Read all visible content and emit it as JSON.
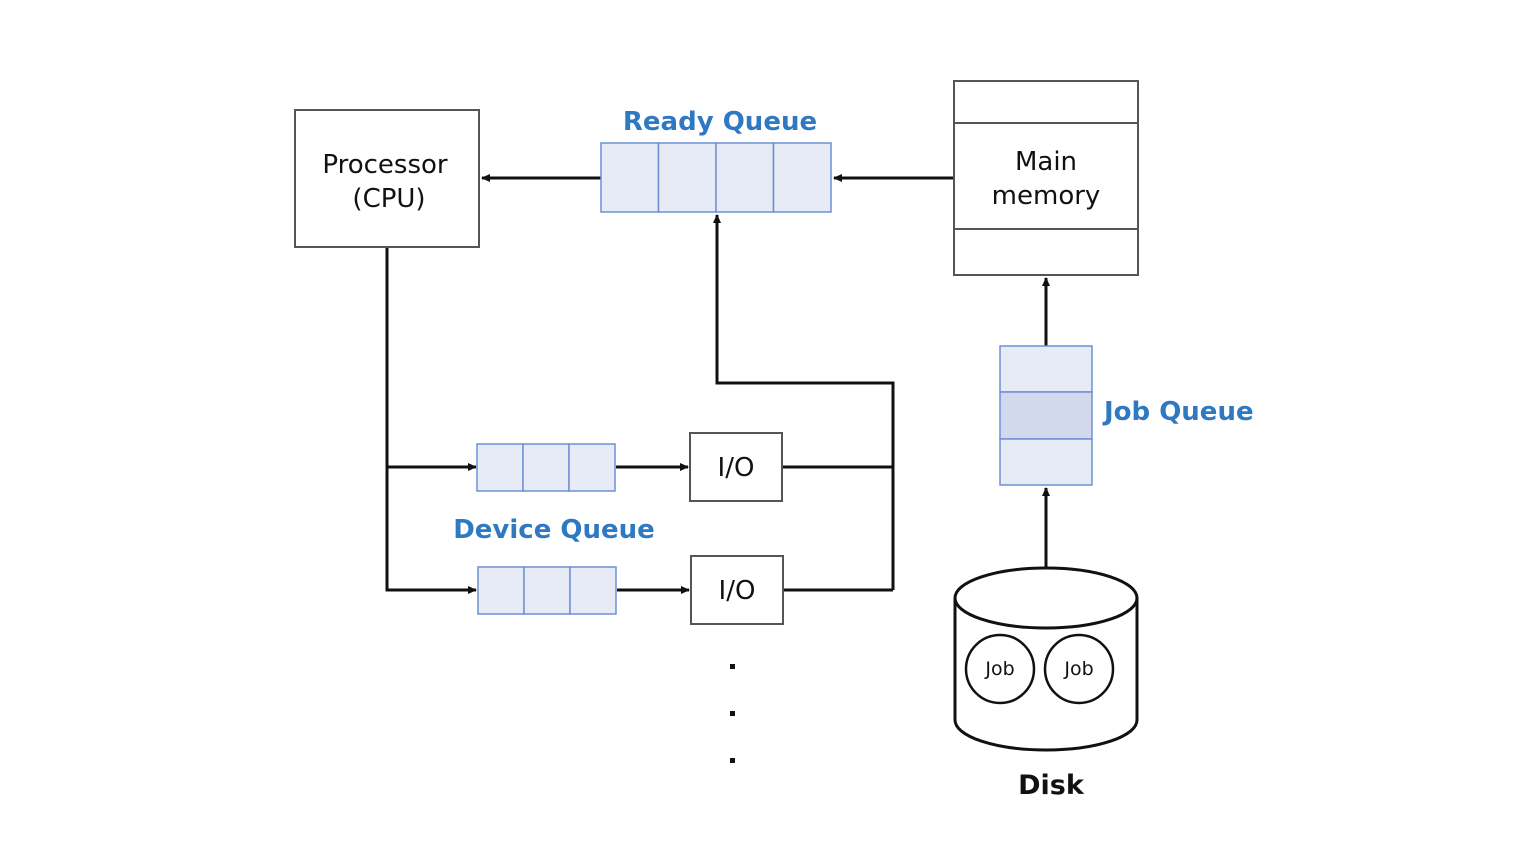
{
  "colors": {
    "accent_text": "#2f78c2",
    "queue_fill": "#e6ebf5",
    "queue_fill_dark": "#d3d9ec",
    "queue_stroke": "#6e8fd6",
    "line": "#111111"
  },
  "processor": {
    "line1": "Processor",
    "line2": "(CPU)"
  },
  "ready_queue": {
    "label": "Ready Queue"
  },
  "main_memory": {
    "line1": "Main",
    "line2": "memory"
  },
  "job_queue": {
    "label": "Job Queue"
  },
  "device_queue": {
    "label": "Device Queue"
  },
  "io_devices": [
    {
      "label": "I/O"
    },
    {
      "label": "I/O"
    }
  ],
  "ellipsis": "· · ·",
  "disk": {
    "label": "Disk",
    "jobs": [
      {
        "label": "Job"
      },
      {
        "label": "Job"
      }
    ]
  }
}
